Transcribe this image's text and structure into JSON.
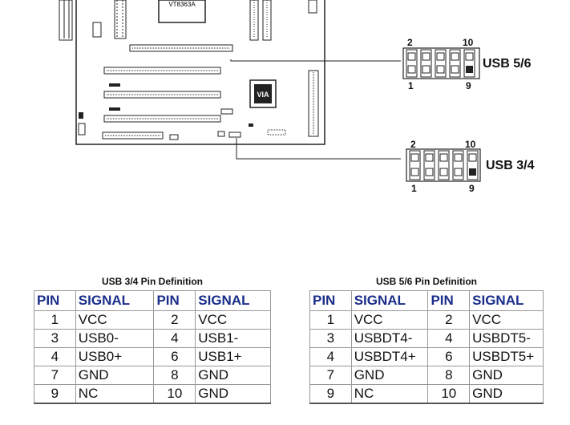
{
  "board": {
    "chip_label": "VT8363A",
    "logo_text": "VIA"
  },
  "usb56": {
    "label": "USB 5/6",
    "pin_top_left": "2",
    "pin_top_right": "10",
    "pin_bottom_left": "1",
    "pin_bottom_right": "9"
  },
  "usb34": {
    "label": "USB 3/4",
    "pin_top_left": "2",
    "pin_top_right": "10",
    "pin_bottom_left": "1",
    "pin_bottom_right": "9"
  },
  "table_usb34": {
    "caption": "USB 3/4 Pin Definition",
    "headers": [
      "PIN",
      "SIGNAL",
      "PIN",
      "SIGNAL"
    ],
    "rows": [
      [
        "1",
        "VCC",
        "2",
        "VCC"
      ],
      [
        "3",
        "USB0-",
        "4",
        "USB1-"
      ],
      [
        "4",
        "USB0+",
        "6",
        "USB1+"
      ],
      [
        "7",
        "GND",
        "8",
        "GND"
      ],
      [
        "9",
        "NC",
        "10",
        "GND"
      ]
    ]
  },
  "table_usb56": {
    "caption": "USB 5/6 Pin Definition",
    "headers": [
      "PIN",
      "SIGNAL",
      "PIN",
      "SIGNAL"
    ],
    "rows": [
      [
        "1",
        "VCC",
        "2",
        "VCC"
      ],
      [
        "3",
        "USBDT4-",
        "4",
        "USBDT5-"
      ],
      [
        "4",
        "USBDT4+",
        "6",
        "USBDT5+"
      ],
      [
        "7",
        "GND",
        "8",
        "GND"
      ],
      [
        "9",
        "NC",
        "10",
        "GND"
      ]
    ]
  }
}
